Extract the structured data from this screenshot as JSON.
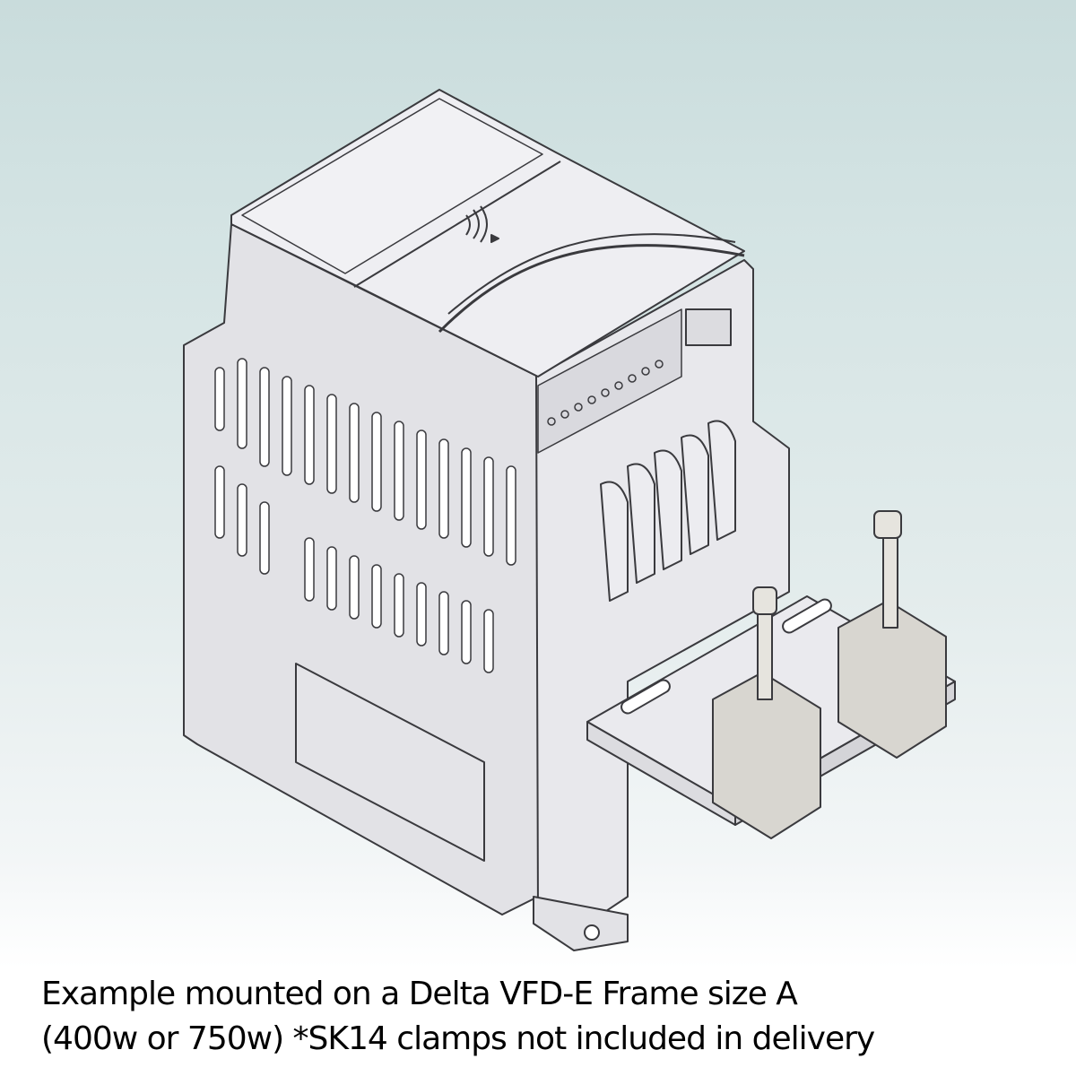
{
  "figure": {
    "subject": "Delta VFD-E Frame size A drive with mounting bracket and SK14 clamps (CAD rendering)",
    "colors": {
      "background_top": "#c9dcdc",
      "background_bottom": "#ffffff",
      "body_fill": "#e6e6ea",
      "top_fill": "#eeeef2",
      "outline": "#3a3a3e",
      "clamp_fill": "#d8d6d0"
    },
    "icons": {
      "logo": "wireless-logo-icon"
    }
  },
  "caption": {
    "line1": "Example mounted on a Delta VFD-E Frame size A",
    "line2": "(400w or 750w) *SK14 clamps not included in delivery"
  }
}
